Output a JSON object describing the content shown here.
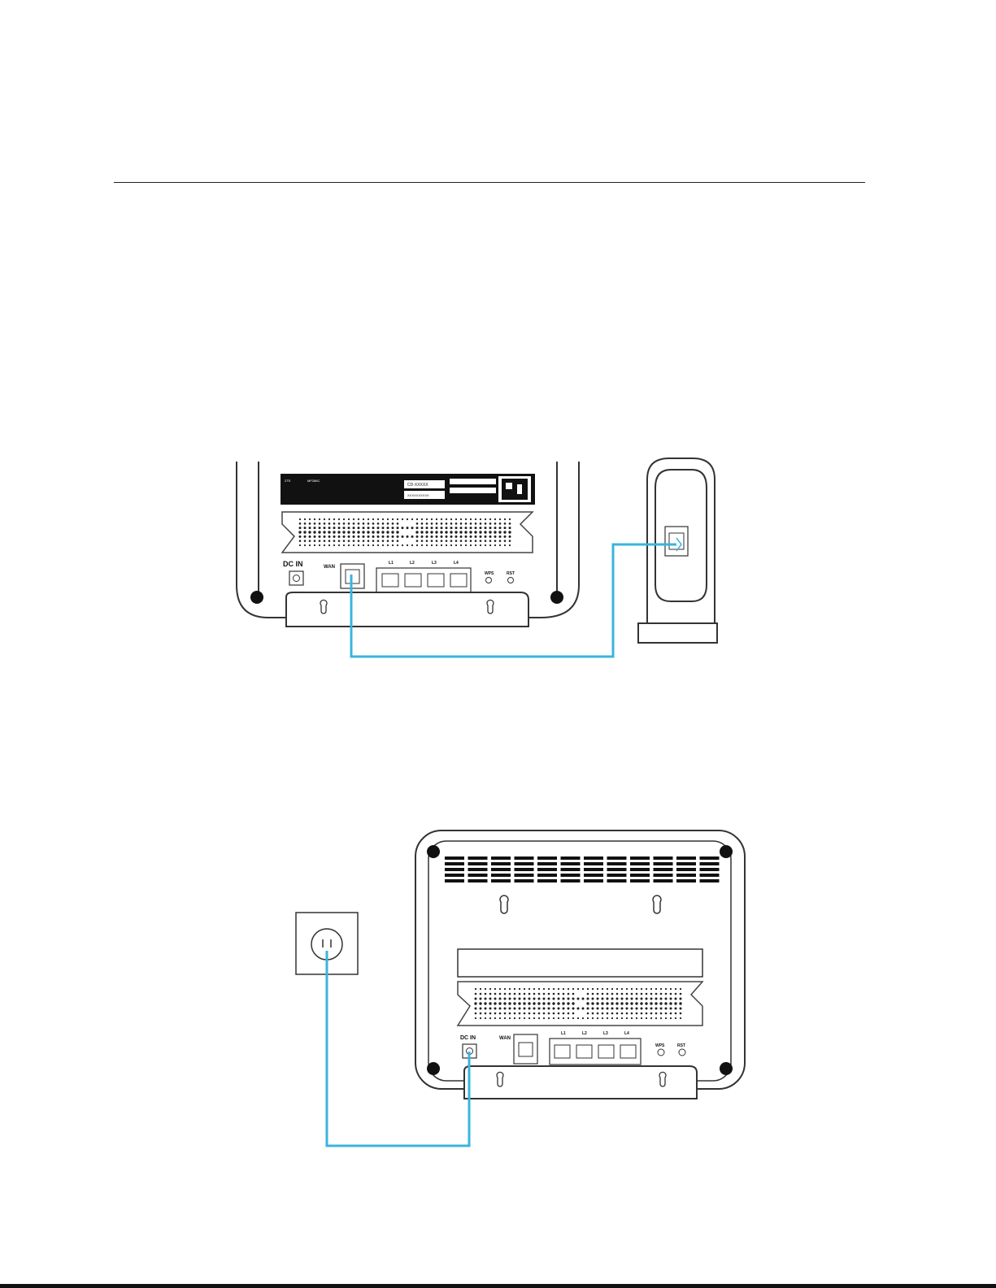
{
  "figure1": {
    "router_label": {
      "brand": "ZTE",
      "model": "MF286C",
      "plate_code": "CD-XXXXX",
      "password_mask": "XXXXXXXXXX"
    },
    "port_labels": {
      "dc_in": "DC IN",
      "wan": "WAN",
      "lan": [
        "L1",
        "L2",
        "L3",
        "L4"
      ],
      "wps": "WPS",
      "rst": "RST"
    },
    "cable_color": "#3ab4dc"
  },
  "figure2": {
    "port_labels": {
      "dc_in": "DC IN",
      "wan": "WAN",
      "lan": [
        "L1",
        "L2",
        "L3",
        "L4"
      ],
      "wps": "WPS",
      "rst": "RST"
    },
    "cable_color": "#3ab4dc"
  }
}
